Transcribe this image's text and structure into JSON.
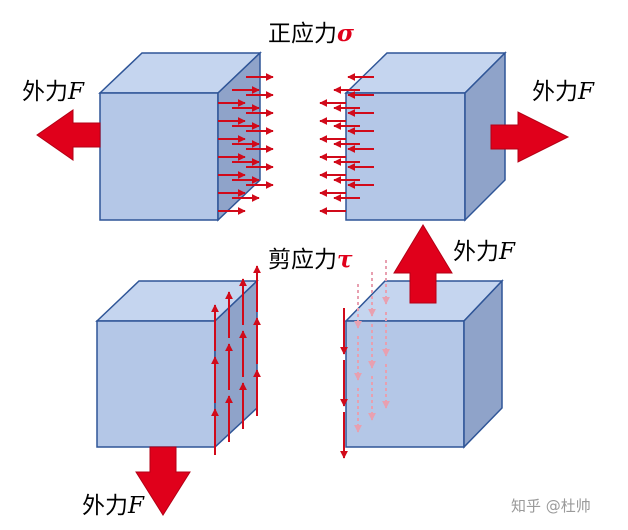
{
  "labels": {
    "normal_stress": "正应力",
    "normal_stress_symbol": "σ",
    "shear_stress": "剪应力",
    "shear_stress_symbol": "τ",
    "external_force": "外力",
    "force_symbol": "F"
  },
  "watermark": "知乎 @杜帅",
  "colors": {
    "cube_front": "#b4c7e7",
    "cube_top": "#c5d5ef",
    "cube_side": "#8fa3c9",
    "cube_edge": "#2f5597",
    "force_arrow": "#e0001b",
    "stress_arrow": "#d10a1a"
  },
  "icons": [
    "force-arrow-icon",
    "stress-arrow-icon",
    "cube-icon"
  ]
}
